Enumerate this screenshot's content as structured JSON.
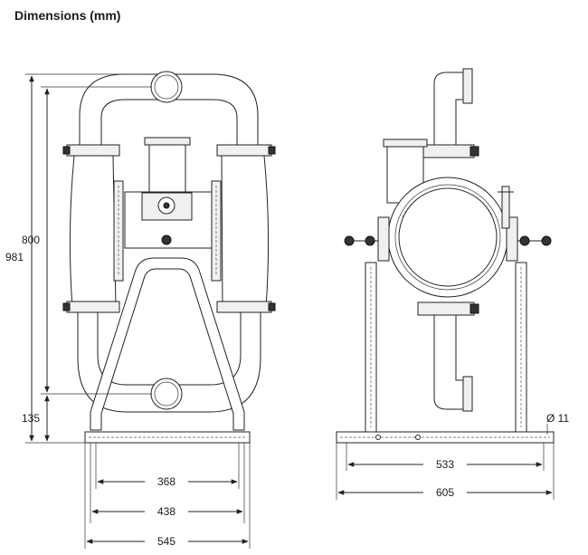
{
  "title": "Dimensions (mm)",
  "front_view": {
    "height_800": "800",
    "height_981": "981",
    "height_135": "135",
    "width_368": "368",
    "width_438": "438",
    "width_545": "545"
  },
  "side_view": {
    "hole_dia": "Ø 11",
    "width_533": "533",
    "width_605": "605"
  }
}
